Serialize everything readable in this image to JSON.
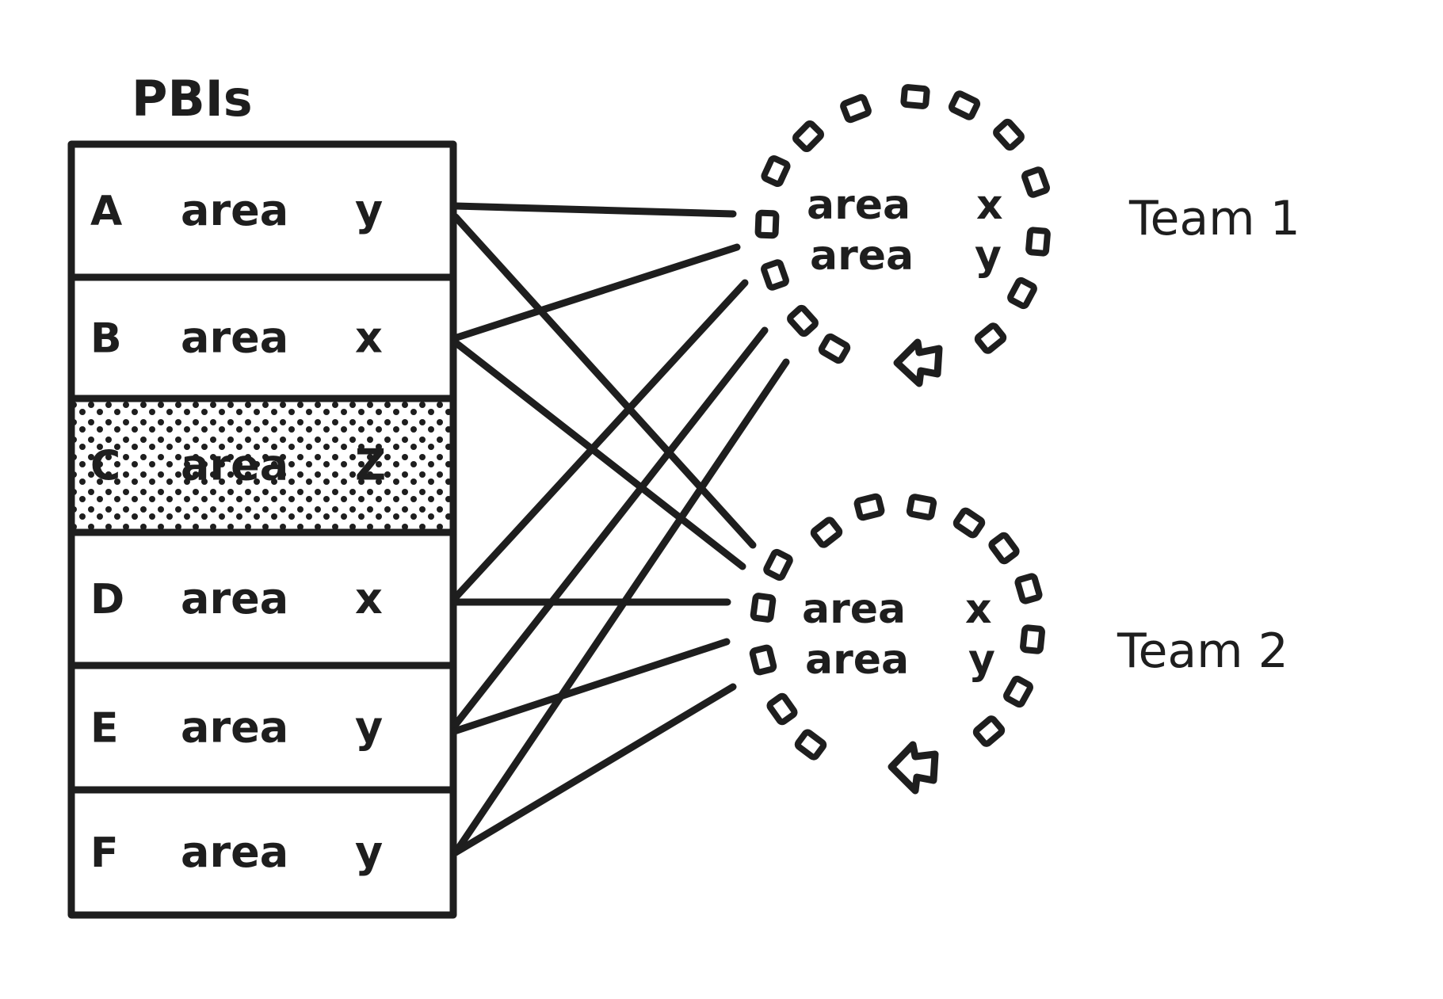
{
  "diagram": {
    "backlog_title": "PBIs",
    "rows": [
      {
        "id": "A",
        "area_word": "area",
        "area": "y",
        "highlighted": false
      },
      {
        "id": "B",
        "area_word": "area",
        "area": "x",
        "highlighted": false
      },
      {
        "id": "C",
        "area_word": "area",
        "area": "Z",
        "highlighted": true
      },
      {
        "id": "D",
        "area_word": "area",
        "area": "x",
        "highlighted": false
      },
      {
        "id": "E",
        "area_word": "area",
        "area": "y",
        "highlighted": false
      },
      {
        "id": "F",
        "area_word": "area",
        "area": "y",
        "highlighted": false
      }
    ],
    "teams": [
      {
        "name": "Team 1",
        "areas": [
          {
            "word": "area",
            "letter": "x"
          },
          {
            "word": "area",
            "letter": "y"
          }
        ],
        "cycle_icon": "sprint-loop-arrow-icon"
      },
      {
        "name": "Team 2",
        "areas": [
          {
            "word": "area",
            "letter": "x"
          },
          {
            "word": "area",
            "letter": "y"
          }
        ],
        "cycle_icon": "sprint-loop-arrow-icon"
      }
    ],
    "connections": [
      {
        "from": "A",
        "to": "Team 1"
      },
      {
        "from": "A",
        "to": "Team 2"
      },
      {
        "from": "B",
        "to": "Team 1"
      },
      {
        "from": "B",
        "to": "Team 2"
      },
      {
        "from": "D",
        "to": "Team 1"
      },
      {
        "from": "D",
        "to": "Team 2"
      },
      {
        "from": "E",
        "to": "Team 1"
      },
      {
        "from": "E",
        "to": "Team 2"
      },
      {
        "from": "F",
        "to": "Team 1"
      },
      {
        "from": "F",
        "to": "Team 2"
      }
    ],
    "ink_color": "#1e1e1e",
    "paper_color": "#ffffff"
  }
}
